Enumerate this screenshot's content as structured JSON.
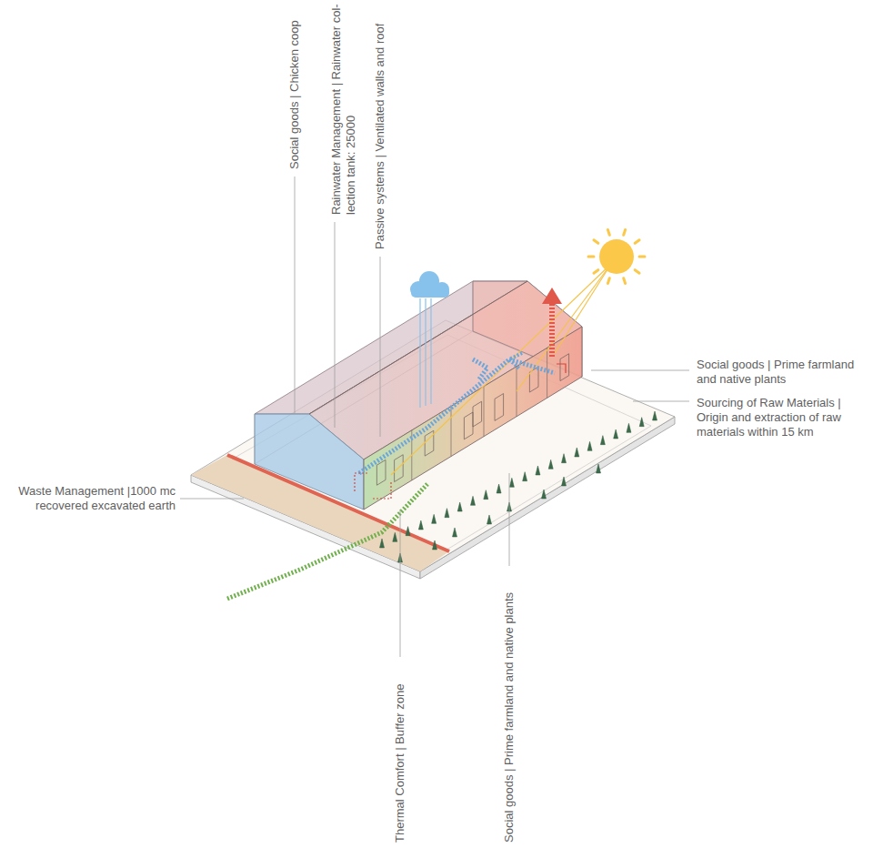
{
  "diagram": {
    "labels": [
      "Social goods | Chicken coop",
      "Rainwater Management | Rainwater col- lection tank: 25000",
      "Passive systems | Ventilated walls and roof",
      "Social goods | Prime farmland and native plants",
      "Sourcing of Raw Materials | Origin and extraction of raw materials within 15 km",
      "Waste Management |1000 mc recovered excavated earth",
      "Thermal Comfort | Buffer zone",
      "Social goods | Prime farmland and native plants"
    ]
  }
}
